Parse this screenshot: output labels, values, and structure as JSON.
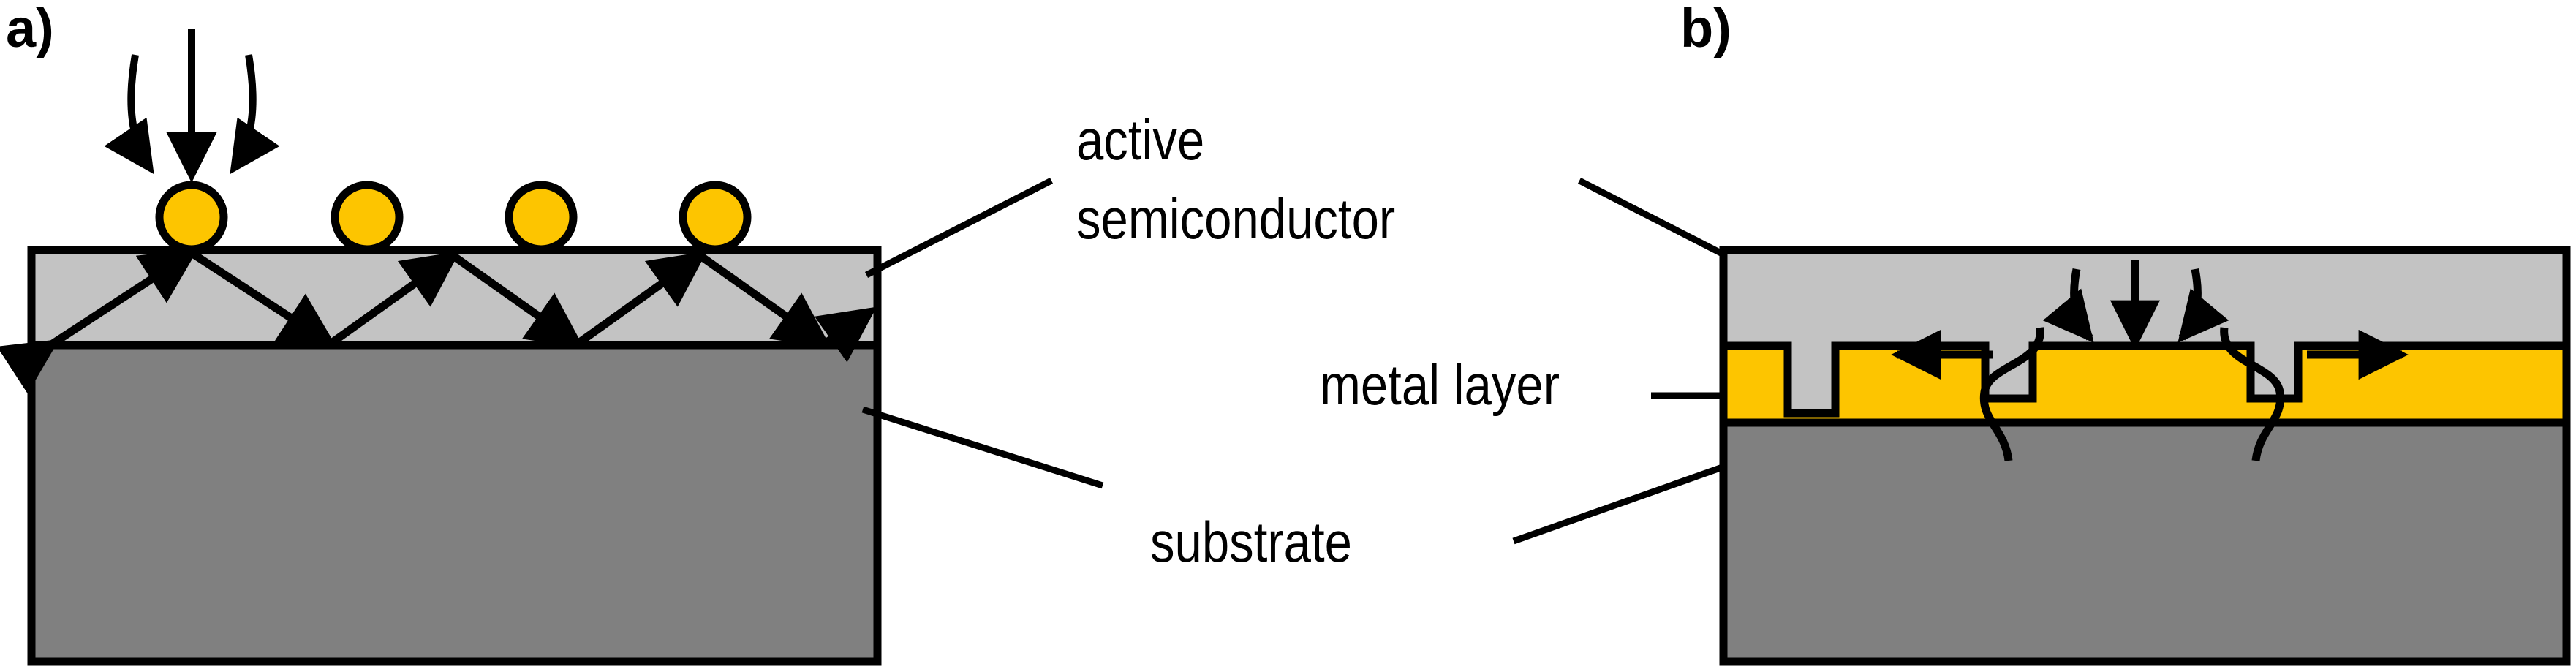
{
  "figure": {
    "kind": "schematic-cross-section",
    "background": "#ffffff"
  },
  "panels": [
    {
      "id": "a",
      "label": "a)",
      "description": "nanoparticle light scattering into active semiconductor on substrate",
      "layers": [
        {
          "name": "active semiconductor",
          "color": "#c3c3c3"
        },
        {
          "name": "substrate",
          "color": "#808080"
        }
      ],
      "particles": {
        "count": 4,
        "color": "#fdc500",
        "shape": "circle"
      }
    },
    {
      "id": "b",
      "label": "b)",
      "description": "metal layer with embedded plugs guiding light laterally in active semiconductor",
      "layers": [
        {
          "name": "active semiconductor",
          "color": "#c3c3c3"
        },
        {
          "name": "metal layer",
          "color": "#fdc500"
        },
        {
          "name": "substrate",
          "color": "#808080"
        }
      ],
      "plugs": {
        "count": 3,
        "color": "#c3c3c3"
      }
    }
  ],
  "annotations": {
    "active_line1": "active",
    "active_line2": "semiconductor",
    "metal_layer": "metal layer",
    "substrate": "substrate"
  },
  "colors": {
    "active_semiconductor": "#c3c3c3",
    "metal_layer": "#fdc500",
    "substrate": "#808080",
    "particle": "#fdc500",
    "outline": "#000000",
    "background": "#ffffff"
  }
}
